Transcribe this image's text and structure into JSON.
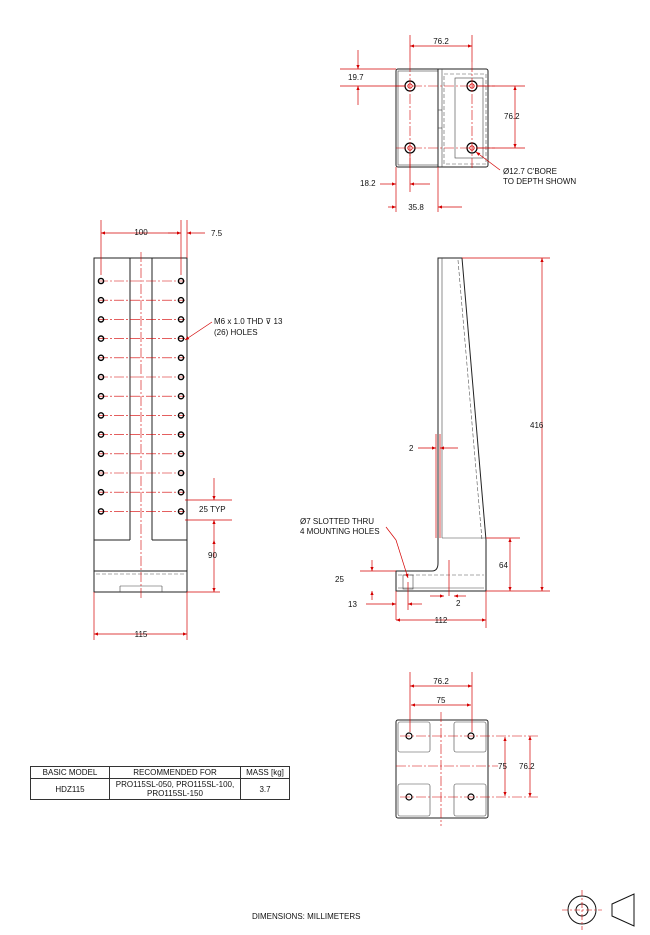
{
  "dimensions": {
    "top_width": "76.2",
    "top_offset_y": "19.7",
    "top_hole_spacing": "76.2",
    "top_offset_x": "18.2",
    "top_depth": "35.8",
    "top_cbore": "Ø12.7 C'BORE",
    "top_cbore_depth": "TO DEPTH SHOWN",
    "front_hole_spacing": "100",
    "front_edge": "7.5",
    "front_thread": "M6 x 1.0 THD ⊽ 13",
    "front_holes": "(26) HOLES",
    "front_pitch": "25 TYP",
    "front_bottom": "90",
    "front_width": "115",
    "side_height": "416",
    "side_wall": "2",
    "side_slot": "Ø7 SLOTTED THRU",
    "side_mount": "4 MOUNTING HOLES",
    "side_base_h": "64",
    "side_slot_h": "25",
    "side_slot_x": "13",
    "side_lip": "2",
    "side_depth": "112",
    "bottom_outer": "76.2",
    "bottom_inner": "75",
    "bottom_inner_v": "75",
    "bottom_outer_v": "76.2"
  },
  "table": {
    "headers": [
      "BASIC MODEL",
      "RECOMMENDED FOR",
      "MASS [kg]"
    ],
    "row": {
      "model": "HDZ115",
      "recommended_line1": "PRO115SL-050, PRO115SL-100,",
      "recommended_line2": "PRO115SL-150",
      "mass": "3.7"
    }
  },
  "footer": "DIMENSIONS:  MILLIMETERS",
  "colors": {
    "dimension": "#d40000",
    "outline": "#222222"
  },
  "icons": [
    "third-angle-projection-icon"
  ]
}
